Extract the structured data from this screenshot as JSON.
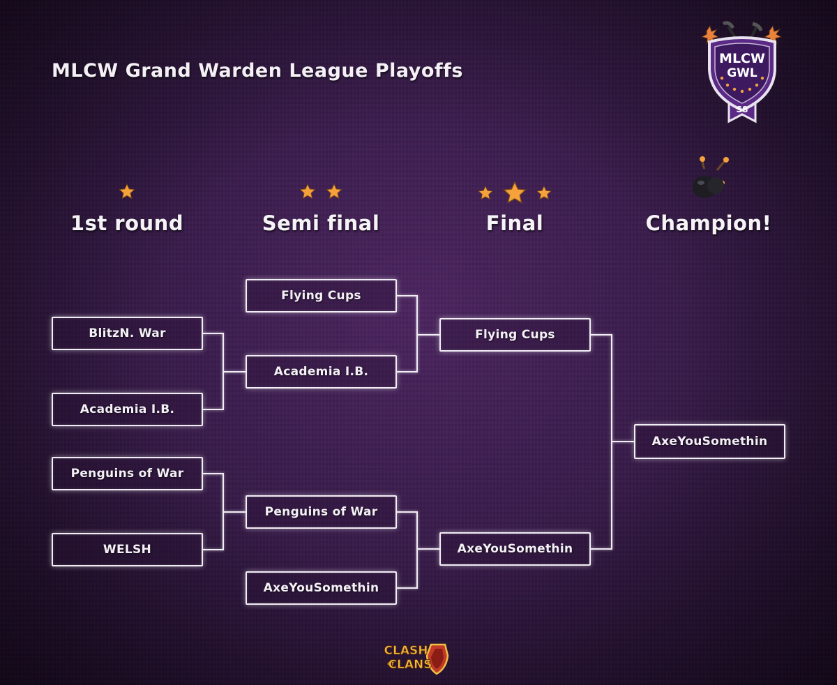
{
  "title": "MLCW Grand Warden League Playoffs",
  "badge": {
    "line1": "MLCW",
    "line2": "GWL",
    "season": "S8"
  },
  "rounds": [
    {
      "label": "1st round",
      "stars": 1
    },
    {
      "label": "Semi final",
      "stars": 2
    },
    {
      "label": "Final",
      "stars": 3
    },
    {
      "label": "Champion!",
      "icon": "bomb-icon"
    }
  ],
  "bracket": {
    "first_round": [
      "BlitzN. War",
      "Academia I.B.",
      "Penguins of War",
      "WELSH"
    ],
    "semi_final": [
      "Flying Cups",
      "Academia I.B.",
      "Penguins of War",
      "AxeYouSomethin"
    ],
    "final": [
      "Flying Cups",
      "AxeYouSomethin"
    ],
    "champion": "AxeYouSomethin"
  },
  "logo": {
    "line1": "CLASH",
    "line2": "of",
    "line3": "CLANS"
  },
  "colors": {
    "star": "#f5a13c",
    "box_border": "#f2eef5",
    "badge_purple": "#5a2a86",
    "badge_purple_dark": "#3d1a60"
  }
}
